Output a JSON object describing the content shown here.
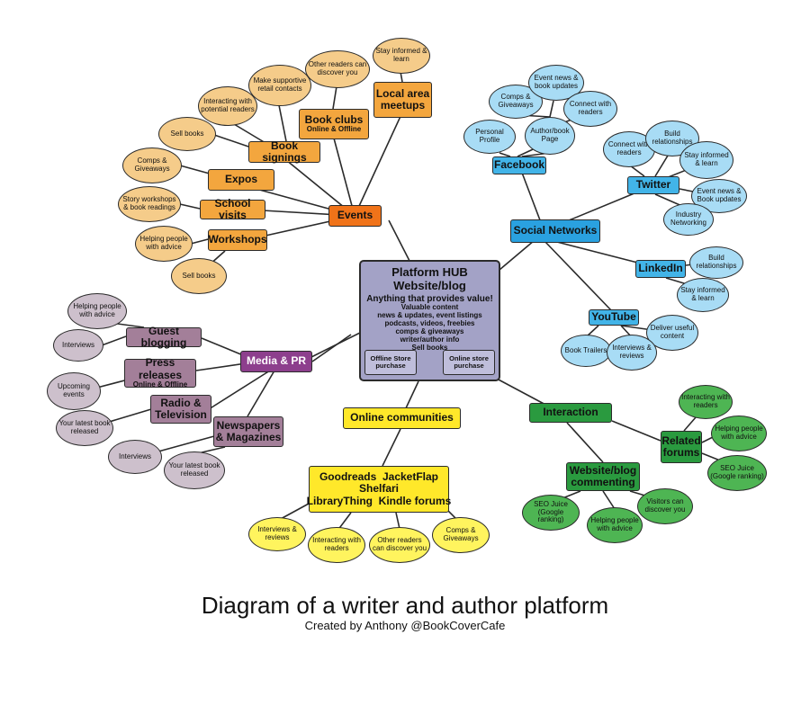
{
  "colors": {
    "events": "#f3a63e",
    "events_root": "#f07319",
    "events_leaf": "#f5cc8a",
    "social": "#42b4e8",
    "social_root": "#2aa1e0",
    "social_leaf": "#a8dcf5",
    "media": "#a37f99",
    "media_root": "#8d3f8d",
    "media_leaf": "#cdc0cc",
    "online": "#ffe82a",
    "online_leaf": "#fff45e",
    "interaction": "#2a9a3f",
    "interaction_leaf": "#4eb553",
    "hub": "#a3a2c6",
    "line": "#2b2b2b"
  },
  "hub": {
    "title": "Platform HUB",
    "subtitle": "Website/blog",
    "value": "Anything that provides value!",
    "lines": [
      "Valuable content",
      "news & updates, event listings",
      "podcasts, videos, freebies",
      "comps & giveaways",
      "writer/author info",
      "Sell books"
    ],
    "offline": "Offline Store purchase",
    "online": "Online store purchase"
  },
  "events": {
    "root": "Events",
    "local_meetups": "Local area meetups",
    "book_clubs": "Book clubs",
    "book_clubs_sub": "Online & Offline",
    "book_signings": "Book signings",
    "expos": "Expos",
    "school_visits": "School visits",
    "workshops": "Workshops",
    "leaves": {
      "stay_informed": "Stay informed & learn",
      "other_readers": "Other readers can discover you",
      "supportive_retail": "Make supportive retail contacts",
      "interacting": "Interacting with potential readers",
      "sell_books_1": "Sell books",
      "comps": "Comps & Giveaways",
      "story_workshops": "Story workshops & book readings",
      "helping": "Helping people with advice",
      "sell_books_2": "Sell books"
    }
  },
  "social": {
    "root": "Social Networks",
    "facebook": "Facebook",
    "twitter": "Twitter",
    "linkedin": "LinkedIn",
    "youtube": "YouTube",
    "leaves": {
      "fb_personal": "Personal Profile",
      "fb_comps": "Comps & Giveaways",
      "fb_event_news": "Event news & book updates",
      "fb_author_page": "Author/book Page",
      "fb_connect": "Connect with readers",
      "tw_connect": "Connect with readers",
      "tw_build": "Build relationships",
      "tw_stay": "Stay informed & learn",
      "tw_event_news": "Event news & Book updates",
      "tw_industry": "Industry Networking",
      "li_build": "Build relationships",
      "li_stay": "Stay informed & learn",
      "yt_deliver": "Deliver useful content",
      "yt_trailers": "Book Trailers",
      "yt_interviews": "Interviews & reviews"
    }
  },
  "media": {
    "root": "Media & PR",
    "guest_blogging": "Guest blogging",
    "press_releases": "Press releases",
    "press_releases_sub": "Online & Offline",
    "radio_tv": "Radio & Television",
    "newspapers": "Newspapers & Magazines",
    "leaves": {
      "helping": "Helping people with advice",
      "interviews_1": "Interviews",
      "upcoming": "Upcoming events",
      "latest_1": "Your latest book released",
      "interviews_2": "Interviews",
      "latest_2": "Your latest book released"
    }
  },
  "online": {
    "root": "Online communities",
    "list_line1": "Goodreads  JacketFlap",
    "list_line2": "Shelfari",
    "list_line3": "LibraryThing  Kindle forums",
    "leaves": {
      "interviews": "Interviews & reviews",
      "interacting": "Interacting with readers",
      "other_readers": "Other readers can discover you",
      "comps": "Comps & Giveaways"
    }
  },
  "interaction": {
    "root": "Interaction",
    "related_forums": "Related forums",
    "website_blog": "Website/blog commenting",
    "leaves": {
      "rf_interacting": "Interacting with readers",
      "rf_helping": "Helping people with advice",
      "rf_seo": "SEO Juice (Google ranking)",
      "wb_seo": "SEO Juice (Google ranking)",
      "wb_helping": "Helping people with advice",
      "wb_visitors": "Visitors can discover you"
    }
  },
  "footer": {
    "title": "Diagram of a writer and author platform",
    "credit": "Created by Anthony @BookCoverCafe"
  }
}
